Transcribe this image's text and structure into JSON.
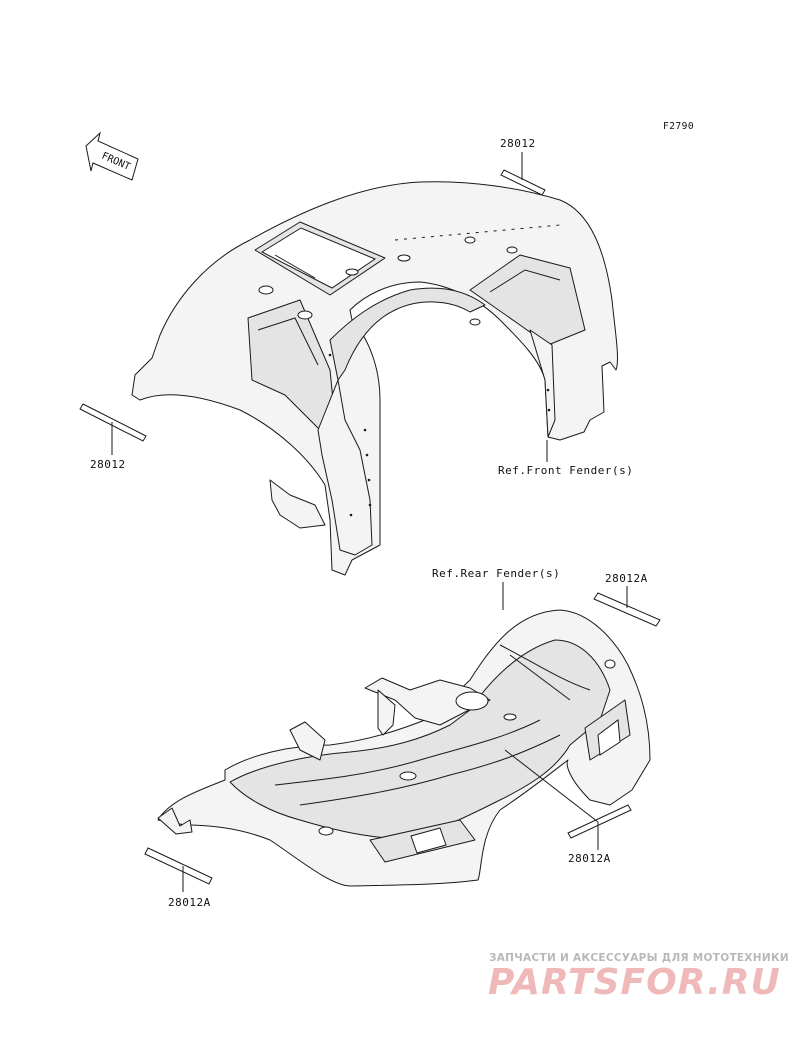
{
  "figure_code": "F2790",
  "front_arrow_text": "FRONT",
  "labels": {
    "front_top_decal": "28012",
    "front_left_decal": "28012",
    "ref_front_fender": "Ref.Front Fender(s)",
    "ref_rear_fender": "Ref.Rear Fender(s)",
    "rear_top_right_decal": "28012A",
    "rear_right_decal": "28012A",
    "rear_left_decal": "28012A"
  },
  "watermark": {
    "tagline": "ЗАПЧАСТИ И АКСЕССУАРЫ ДЛЯ МОТОТЕХНИКИ",
    "logo": "PARTSFOR.RU",
    "color": "#f0b9b9"
  },
  "colors": {
    "line": "#1a1a1a",
    "fill": "#f3f3f3",
    "shade": "#e6e6e6"
  }
}
